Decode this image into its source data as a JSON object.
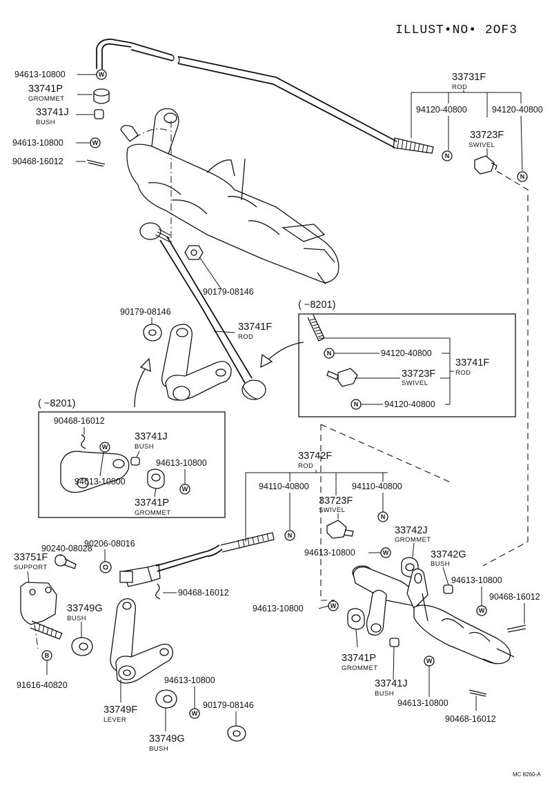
{
  "header": {
    "illust_no": "ILLUST•NO• 2OF3"
  },
  "footer": {
    "code": "MC 8260-A"
  },
  "inset_labels": {
    "range_upper": "(       −8201)",
    "range_lower": "(       −8201)"
  },
  "symbols": {
    "washer": "W",
    "nut": "N",
    "bolt": "B"
  },
  "parts": {
    "p94613_top": "94613-10800",
    "p33741P_top": "33741P",
    "p33741P_top_desc": "GROMMET",
    "p33741J_top": "33741J",
    "p33741J_top_desc": "BUSH",
    "p94613_top2": "94613-10800",
    "p90468_top": "90468-16012",
    "p33731F": "33731F",
    "p33731F_desc": "ROD",
    "p94120_a": "94120-40800",
    "p94120_b": "94120-40800",
    "p33723F_top": "33723F",
    "p33723F_top_desc": "SWIVEL",
    "p90179_a": "90179-08146",
    "p90179_b": "90179-08146",
    "p33741F_mid": "33741F",
    "p33741F_mid_desc": "ROD",
    "p94120_c": "94120-40800",
    "p33741F_inset": "33741F",
    "p33741F_inset_desc": "ROD",
    "p33723F_inset": "33723F",
    "p33723F_inset_desc": "SWIVEL",
    "p94120_d": "94120-40800",
    "p90468_inset": "90468-16012",
    "p33741J_inset": "33741J",
    "p33741J_inset_desc": "BUSH",
    "p94613_inset_a": "94613-10800",
    "p94613_inset_b": "94613-10800",
    "p33741P_inset": "33741P",
    "p33741P_inset_desc": "GROMMET",
    "p33742F": "33742F",
    "p33742F_desc": "ROD",
    "p94110_a": "94110-40800",
    "p94110_b": "94110-40800",
    "p33723F_low": "33723F",
    "p33723F_low_desc": "SWIVEL",
    "p33742J": "33742J",
    "p33742J_desc": "GROMMET",
    "p33742G": "33742G",
    "p33742G_desc": "BUSH",
    "p94613_low_a": "94613-10800",
    "p94613_low_b": "94613-10800",
    "p90468_low_a": "90468-16012",
    "p90240": "90240-08028",
    "p90206": "90206-08016",
    "p33751F": "33751F",
    "p33751F_desc": "SUPPORT",
    "p90468_low_b": "90468-16012",
    "p94613_low_c": "94613-10800",
    "p33749G_a": "33749G",
    "p33749G_a_desc": "BUSH",
    "p33741P_low": "33741P",
    "p33741P_low_desc": "GROMMET",
    "p33741J_low": "33741J",
    "p33741J_low_desc": "BUSH",
    "p91616": "91616-40820",
    "p94613_low_d": "94613-10800",
    "p90179_c": "90179-08146",
    "p94613_low_e": "94613-10800",
    "p33749F": "33749F",
    "p33749F_desc": "LEVER",
    "p33749G_b": "33749G",
    "p33749G_b_desc": "BUSH",
    "p90468_low_c": "90468-16012"
  }
}
